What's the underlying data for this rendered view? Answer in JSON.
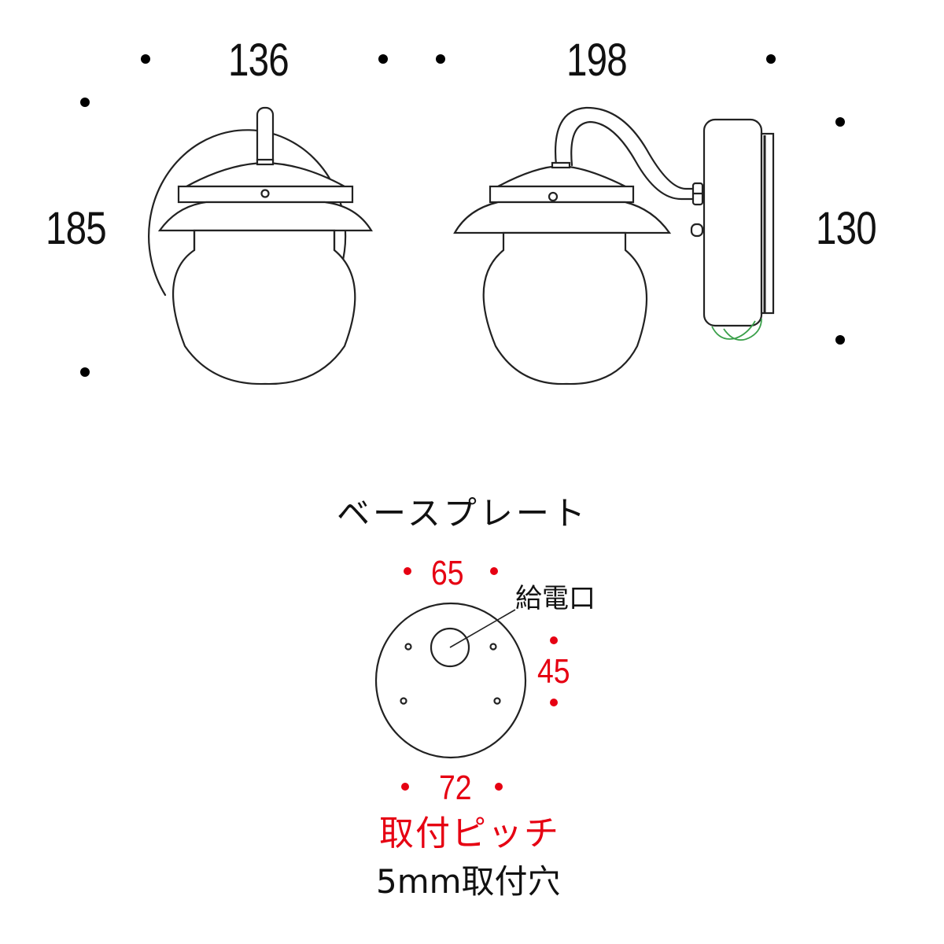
{
  "front_view": {
    "width_label": "136",
    "height_label": "185"
  },
  "side_view": {
    "depth_label": "198",
    "height_label": "130"
  },
  "base_plate": {
    "title": "ベースプレート",
    "top_pitch": "65",
    "side_pitch": "45",
    "bottom_pitch": "72",
    "feed_port_label": "給電口",
    "pitch_caption": "取付ピッチ",
    "hole_caption": "5mm取付穴"
  },
  "colors": {
    "line": "#222222",
    "dimension_text": "#111111",
    "pitch_red": "#e60012",
    "wire_green": "#3aa04a"
  }
}
